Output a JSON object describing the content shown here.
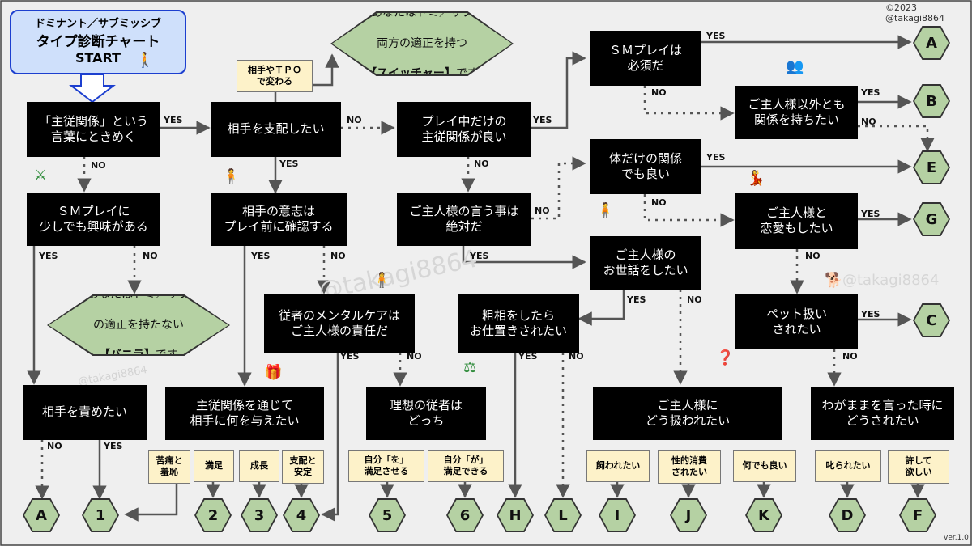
{
  "copyright": "©2023 @takagi8864",
  "version": "ver.1.0",
  "watermark": "@takagi8864",
  "start": {
    "line1": "ドミナント／サブミッシブ",
    "line2": "タイプ診断チャート",
    "line3": "START"
  },
  "questions": {
    "q1": "「主従関係」という\n言葉にときめく",
    "q2": "ＳＭプレイに\n少しでも興味がある",
    "q3": "相手を責めたい",
    "q4": "相手を支配したい",
    "q5": "相手の意志は\nプレイ前に確認する",
    "q6": "主従関係を通じて\n相手に何を与えたい",
    "q7": "従者のメンタルケアは\nご主人様の責任だ",
    "q8": "理想の従者は\nどっち",
    "q9": "プレイ中だけの\n主従関係が良い",
    "q10": "ご主人様の言う事は\n絶対だ",
    "q11": "粗相をしたら\nお仕置きされたい",
    "q12": "ＳＭプレイは\n必須だ",
    "q13": "ご主人様以外とも\n関係を持ちたい",
    "q14": "体だけの関係\nでも良い",
    "q15": "ご主人様と\n恋愛もしたい",
    "q16": "ご主人様の\nお世話をしたい",
    "q17": "ペット扱い\nされたい",
    "q18": "ご主人様に\nどう扱われたい",
    "q19": "わがままを言った時に\nどうされたい"
  },
  "tags": {
    "tpo": "相手やＴＰＯ\nで変わる",
    "t1": "苦痛と\n羞恥",
    "t2": "満足",
    "t3": "成長",
    "t4": "支配と\n安定",
    "t5": "自分「を」\n満足させる",
    "t6": "自分「が」\n満足できる",
    "t7": "飼われたい",
    "t8": "性的消費\nされたい",
    "t9": "何でも良い",
    "t10": "叱られたい",
    "t11": "許して\n欲しい"
  },
  "results": {
    "switcher_line1": "あなたはドミ／サブ",
    "switcher_line2": "両方の適正を持つ",
    "switcher_name": "【スイッチャー】",
    "switcher_tail": "です",
    "vanilla_line1": "あなたはドミ／サブ",
    "vanilla_line2": "の適正を持たない",
    "vanilla_name": "【バニラ】",
    "vanilla_tail": "です"
  },
  "terminals": {
    "A": "A",
    "B": "B",
    "C": "C",
    "D": "D",
    "E": "E",
    "F": "F",
    "G": "G",
    "H": "H",
    "I": "I",
    "J": "J",
    "K": "K",
    "L": "L",
    "n1": "1",
    "n2": "2",
    "n3": "3",
    "n4": "4",
    "n5": "5",
    "n6": "6"
  },
  "answers": {
    "yes": "YES",
    "no": "NO"
  }
}
